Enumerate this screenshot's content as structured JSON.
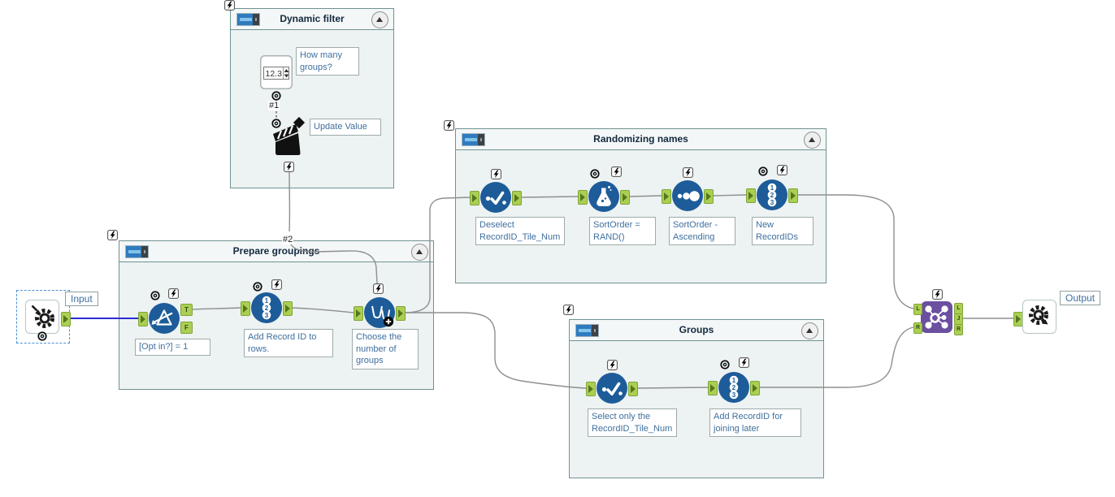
{
  "colors": {
    "tool_blue": "#1d5c99",
    "join_purple": "#6b4fa0",
    "anchor_green": "#abcf52",
    "container_border": "#6f9292",
    "container_fill": "#edf2f2",
    "wire_gray": "#8f8f8f",
    "selected_wire_blue": "#2b2bd4",
    "annotation_text": "#3f6f9e"
  },
  "containers": {
    "dynamic_filter": {
      "title": "Dynamic filter"
    },
    "prepare_groupings": {
      "title": "Prepare groupings"
    },
    "randomizing_names": {
      "title": "Randomizing names"
    },
    "groups": {
      "title": "Groups"
    }
  },
  "io": {
    "input_label": "Input",
    "output_label": "Output"
  },
  "interface_tools": {
    "numeric_updown": {
      "value": "12.3",
      "annotation": "How many groups?"
    },
    "action": {
      "annotation": "Update Value"
    }
  },
  "connections": {
    "q1": "#1",
    "q2": "#2"
  },
  "tools": {
    "filter": {
      "annotation": "[Opt in?] = 1"
    },
    "record_id_prepare": {
      "annotation": "Add Record ID to rows."
    },
    "tile": {
      "annotation": "Choose the number of groups"
    },
    "select_randomizing": {
      "annotation": "Deselect RecordID_Tile_Num"
    },
    "formula": {
      "annotation": "SortOrder = RAND()"
    },
    "sort": {
      "annotation": "SortOrder - Ascending"
    },
    "record_id_randomizing": {
      "annotation": "New RecordIDs"
    },
    "select_groups": {
      "annotation": "Select only the RecordID_Tile_Num"
    },
    "record_id_groups": {
      "annotation": "Add RecordID for joining later"
    }
  },
  "anchor_letters": {
    "t": "T",
    "f": "F",
    "l": "L",
    "r": "R",
    "j": "J"
  },
  "record_id_digits": {
    "d1": "1",
    "d2": "2",
    "d3": "3"
  }
}
